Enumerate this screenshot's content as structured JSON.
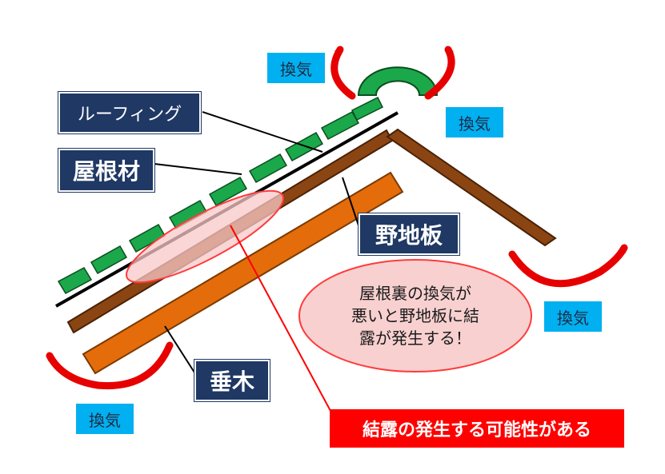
{
  "labels": {
    "roofing": "ルーフィング",
    "roof_material": "屋根材",
    "sheathing": "野地板",
    "rafter": "垂木",
    "ventilation": "換気",
    "note_line1": "屋根裏の換気が",
    "note_line2": "悪いと野地板に結",
    "note_line3": "露が発生する！",
    "warning": "結露の発生する可能性がある"
  },
  "colors": {
    "navy": "#1f3864",
    "vent_blue": "#00b0f0",
    "warning_red": "#ff0000",
    "tile_green": "#1aa84a",
    "board_brown": "#8b4513",
    "rafter_orange": "#e46c0a",
    "bubble_pink": "#f8d0d0"
  }
}
